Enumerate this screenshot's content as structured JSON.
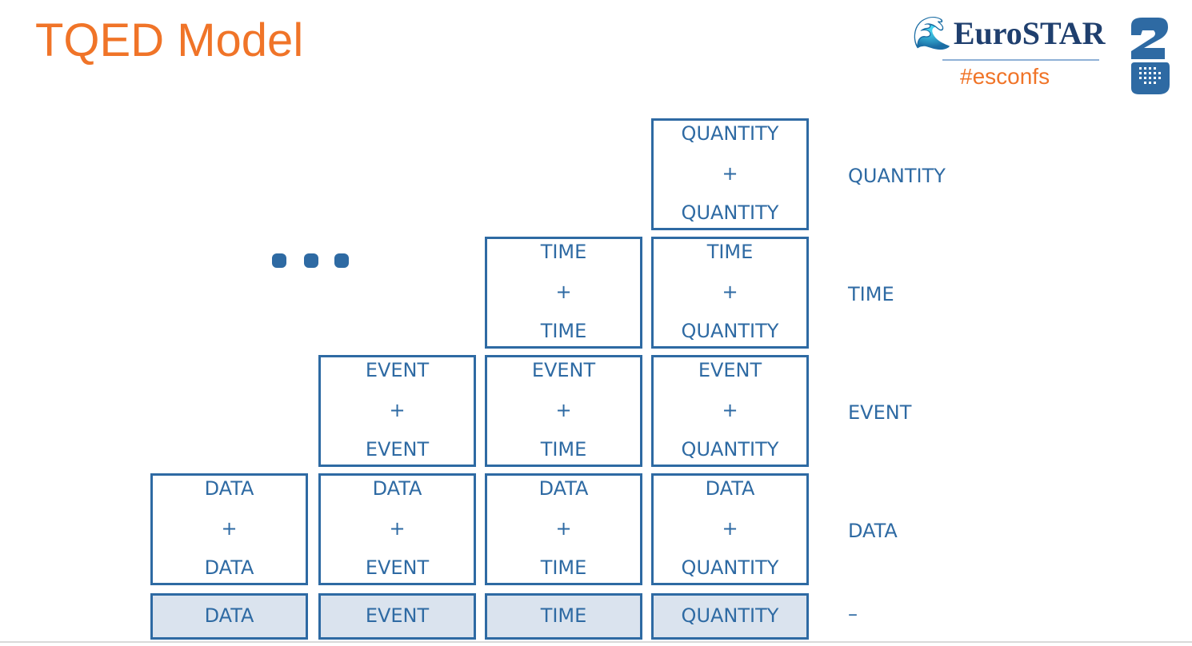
{
  "slide": {
    "title": "TQED Model"
  },
  "logo": {
    "name": "EuroSTAR",
    "hashtag": "#esconfs",
    "number_mark": "25",
    "colors": {
      "name": "#1f3f6e",
      "accent": "#5b9bd5",
      "hashtag": "#f07428"
    }
  },
  "colors": {
    "title": "#f07428",
    "boxes": "#2e6aa3",
    "base_fill": "#dae3ee"
  },
  "ellipsis": "three-dots",
  "base_row": {
    "label": "–",
    "cells": [
      "DATA",
      "EVENT",
      "TIME",
      "QUANTITY"
    ]
  },
  "rows": [
    {
      "label": "QUANTITY",
      "cells": [
        {
          "top": "QUANTITY",
          "op": "+",
          "bottom": "QUANTITY"
        }
      ]
    },
    {
      "label": "TIME",
      "cells": [
        {
          "top": "TIME",
          "op": "+",
          "bottom": "TIME"
        },
        {
          "top": "TIME",
          "op": "+",
          "bottom": "QUANTITY"
        }
      ]
    },
    {
      "label": "EVENT",
      "cells": [
        {
          "top": "EVENT",
          "op": "+",
          "bottom": "EVENT"
        },
        {
          "top": "EVENT",
          "op": "+",
          "bottom": "TIME"
        },
        {
          "top": "EVENT",
          "op": "+",
          "bottom": "QUANTITY"
        }
      ]
    },
    {
      "label": "DATA",
      "cells": [
        {
          "top": "DATA",
          "op": "+",
          "bottom": "DATA"
        },
        {
          "top": "DATA",
          "op": "+",
          "bottom": "EVENT"
        },
        {
          "top": "DATA",
          "op": "+",
          "bottom": "TIME"
        },
        {
          "top": "DATA",
          "op": "+",
          "bottom": "QUANTITY"
        }
      ]
    }
  ]
}
